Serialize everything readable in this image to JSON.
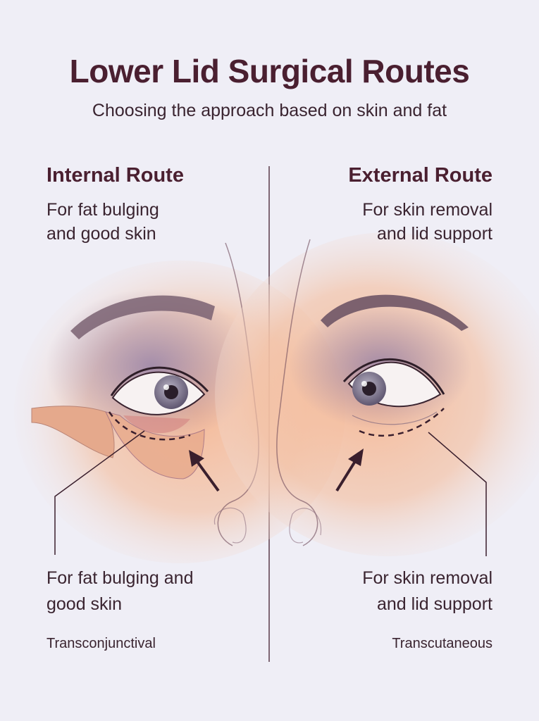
{
  "header": {
    "title": "Lower Lid Surgical Routes",
    "subtitle": "Choosing the approach based on skin and fat"
  },
  "internal": {
    "heading": "Internal Route",
    "description_line1": "For fat bulging",
    "description_line2": "and good skin",
    "caption_line1": "For fat bulging and",
    "caption_line2": "good skin",
    "term": "Transconjunctival"
  },
  "external": {
    "heading": "External Route",
    "description_line1": "For skin removal",
    "description_line2": "and lid support",
    "caption_line1": "For skin removal",
    "caption_line2": "and lid support",
    "term": "Transcutaneous"
  },
  "colors": {
    "background": "#efeef6",
    "heading": "#4a1f30",
    "skin": "#f3b48f",
    "bruise": "#8c7aa6",
    "line": "#4a1f30"
  }
}
